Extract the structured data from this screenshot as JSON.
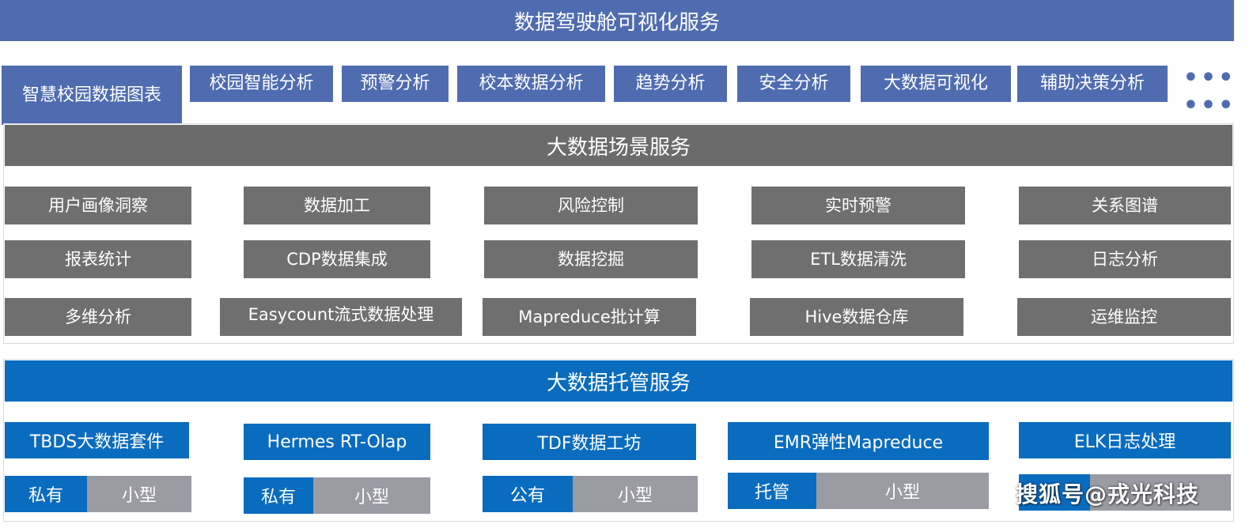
{
  "viz": {
    "title": "数据驾驶舱可视化服务",
    "items": [
      "智慧校园数据图表",
      "校园智能分析",
      "预警分析",
      "校本数据分析",
      "趋势分析",
      "安全分析",
      "大数据可视化",
      "辅助决策分析"
    ],
    "ellipsis": "•••  •••"
  },
  "scene": {
    "title": "大数据场景服务",
    "rows": [
      [
        "用户画像洞察",
        "数据加工",
        "风险控制",
        "实时预警",
        "关系图谱"
      ],
      [
        "报表统计",
        "CDP数据集成",
        "数据挖掘",
        "ETL数据清洗",
        "日志分析"
      ],
      [
        "多维分析",
        "Easycount流式数据处理",
        "Mapreduce批计算",
        "Hive数据仓库",
        "运维监控"
      ]
    ]
  },
  "hosting": {
    "title": "大数据托管服务",
    "products": [
      {
        "name": "TBDS大数据套件",
        "deploy": "私有",
        "size": "小型"
      },
      {
        "name": "Hermes RT-Olap",
        "deploy": "私有",
        "size": "小型"
      },
      {
        "name": "TDF数据工坊",
        "deploy": "公有",
        "size": "小型"
      },
      {
        "name": "EMR弹性Mapreduce",
        "deploy": "托管",
        "size": "小型"
      },
      {
        "name": "ELK日志处理",
        "deploy": "",
        "size": ""
      }
    ]
  },
  "watermark": "搜狐号@戎光科技",
  "colors": {
    "viz_blue": "#4f6cb0",
    "scene_gray": "#6b6b6b",
    "hosting_blue": "#0a6cbf",
    "tag_gray": "#9a9ba3"
  }
}
